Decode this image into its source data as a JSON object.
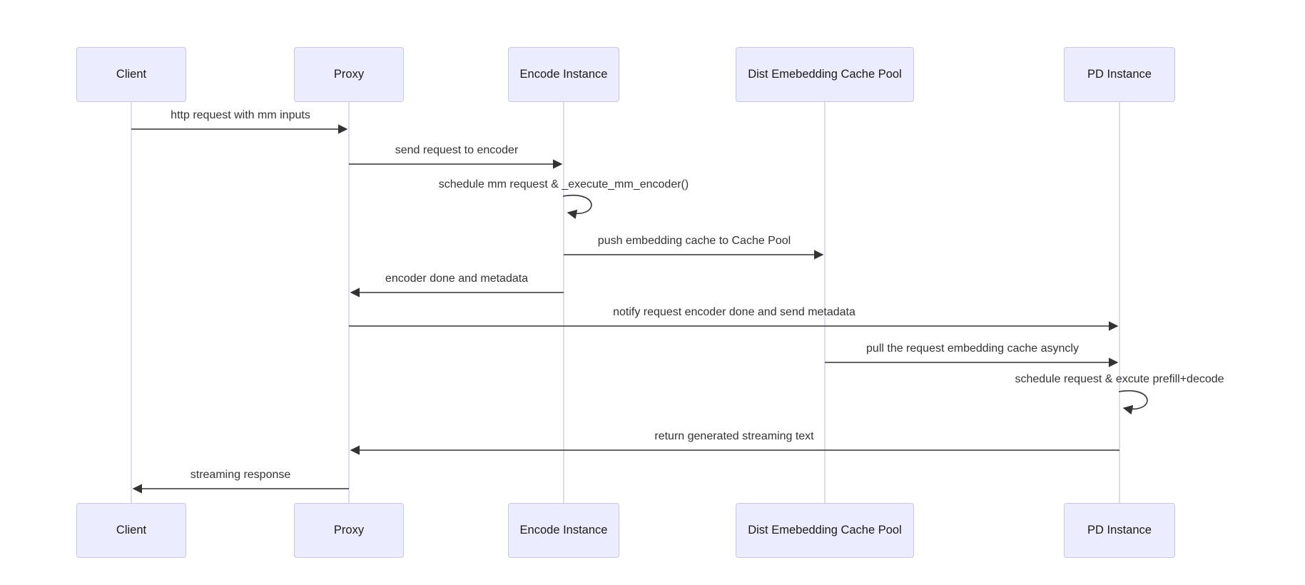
{
  "diagram": {
    "kind": "sequence-diagram",
    "participants": [
      {
        "id": "client",
        "label": "Client"
      },
      {
        "id": "proxy",
        "label": "Proxy"
      },
      {
        "id": "encode",
        "label": "Encode Instance"
      },
      {
        "id": "cachepool",
        "label": "Dist Emebedding Cache Pool"
      },
      {
        "id": "pd",
        "label": "PD Instance"
      }
    ],
    "messages": [
      {
        "from": "client",
        "to": "proxy",
        "type": "solid",
        "label": "http request with mm inputs"
      },
      {
        "from": "proxy",
        "to": "encode",
        "type": "solid",
        "label": "send request to encoder"
      },
      {
        "from": "encode",
        "to": "encode",
        "type": "self",
        "label": "schedule mm request & _execute_mm_encoder()"
      },
      {
        "from": "encode",
        "to": "cachepool",
        "type": "solid",
        "label": "push embedding cache to Cache Pool"
      },
      {
        "from": "encode",
        "to": "proxy",
        "type": "solid",
        "label": "encoder done and metadata"
      },
      {
        "from": "proxy",
        "to": "pd",
        "type": "solid",
        "label": "notify request encoder done and send metadata"
      },
      {
        "from": "cachepool",
        "to": "pd",
        "type": "solid",
        "label": "pull the request embedding cache asyncly"
      },
      {
        "from": "pd",
        "to": "pd",
        "type": "self",
        "label": "schedule request & excute prefill+decode"
      },
      {
        "from": "pd",
        "to": "proxy",
        "type": "solid",
        "label": "return generated streaming text"
      },
      {
        "from": "proxy",
        "to": "client",
        "type": "solid",
        "label": "streaming response"
      }
    ],
    "colors": {
      "actor_fill": "#ECECFF",
      "actor_border": "#c9c7e6",
      "lifeline": "#d0cde8",
      "arrow": "#333333",
      "message_text": "#333333"
    }
  }
}
